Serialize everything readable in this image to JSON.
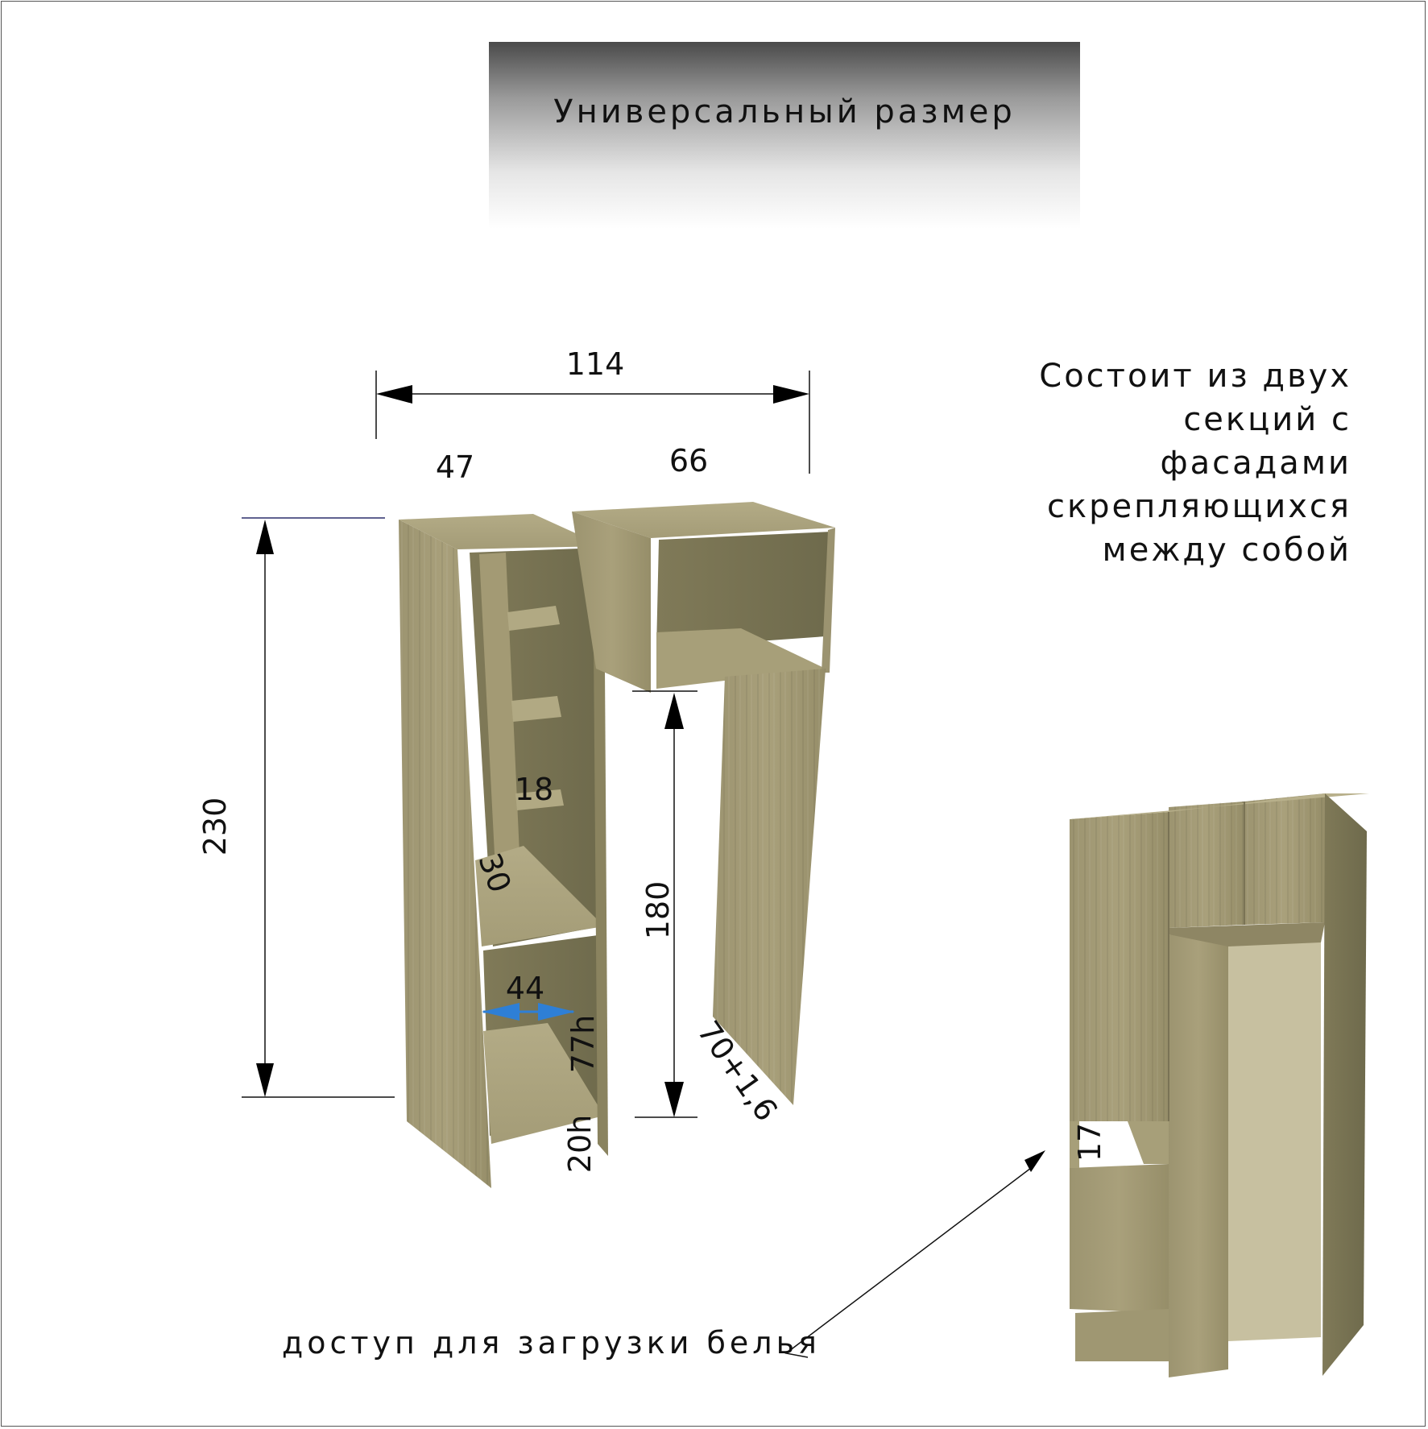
{
  "title": "Универсальный размер",
  "note_lines": [
    "Состоит из двух",
    "секций с",
    "фасадами",
    "скрепляющихся",
    "между собой"
  ],
  "access_label": "доступ для загрузки белья",
  "dimensions": {
    "total_width": "114",
    "left_width": "47",
    "right_width": "66",
    "height": "230",
    "opening_height": "180",
    "shelf": "18",
    "depth_30": "30",
    "inner_width": "44",
    "height_77": "77h",
    "height_20": "20h",
    "depth_right": "70+1,6",
    "gap_17": "17"
  },
  "colors": {
    "wood_light": "#a9a07b",
    "wood_mid": "#8e8664",
    "wood_dark": "#6e6a4c",
    "arrow_blue": "#2e7fd6"
  }
}
